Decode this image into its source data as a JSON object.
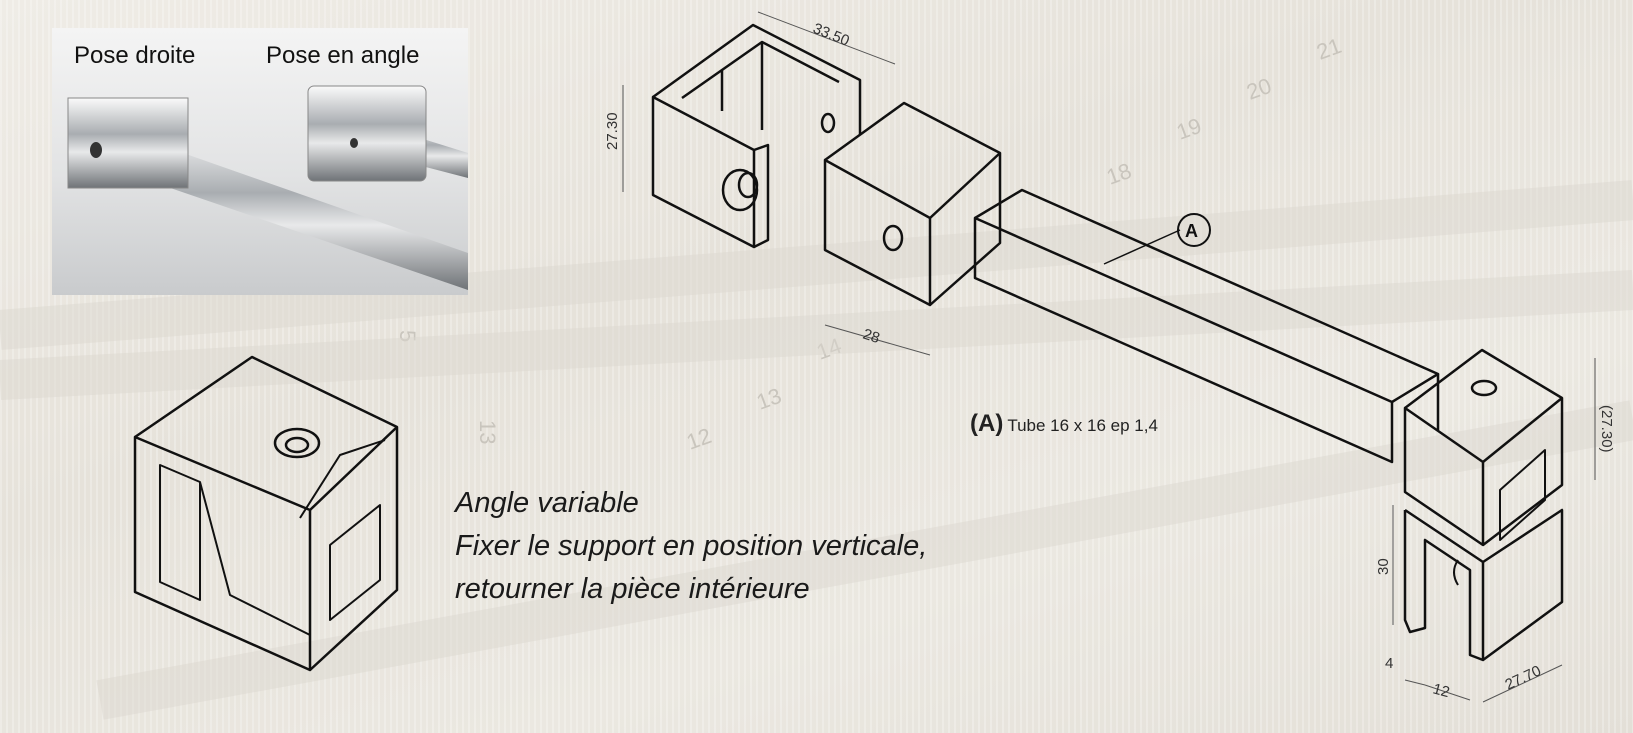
{
  "photo": {
    "label_straight": "Pose droite",
    "label_angle": "Pose en angle"
  },
  "caption": {
    "line1": "Angle variable",
    "line2": "Fixer le support en position verticale,",
    "line3": "retourner la pièce intérieure"
  },
  "tube": {
    "marker": "(A)",
    "description": "Tube 16 x 16 ep 1,4",
    "callout": "A"
  },
  "dimensions": {
    "wall_bracket_height": "27.30",
    "wall_bracket_depth": "33.50",
    "sleeve_length": "28",
    "end_block_height": "(27.30)",
    "clamp_height": "30",
    "clamp_wall": "4",
    "clamp_slot": "12",
    "clamp_width": "27.70"
  },
  "colors": {
    "line": "#111111",
    "background": "#ece9e2"
  }
}
